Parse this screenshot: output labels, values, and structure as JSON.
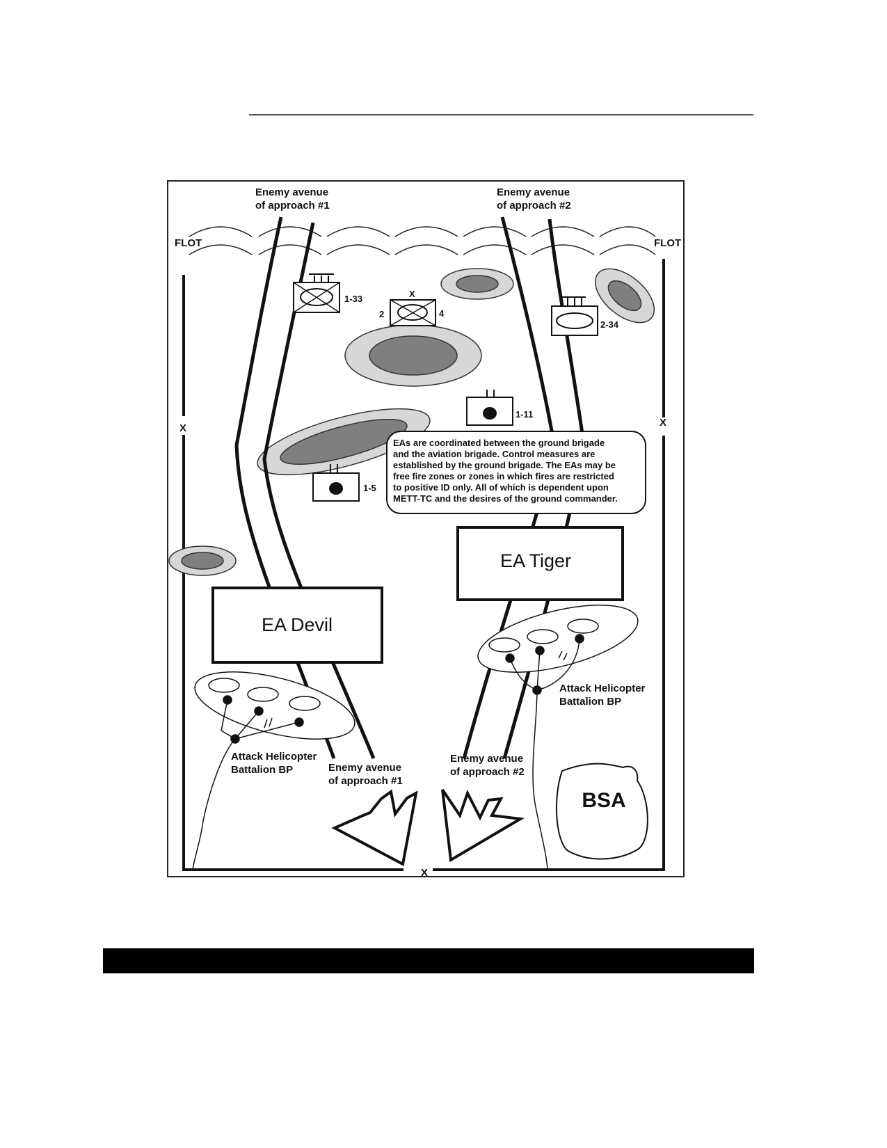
{
  "diagram": {
    "avenue1_top": [
      "Enemy avenue",
      "of approach #1"
    ],
    "avenue2_top": [
      "Enemy avenue",
      "of approach #2"
    ],
    "avenue1_bottom": [
      "Enemy avenue",
      "of approach #1"
    ],
    "avenue2_bottom": [
      "Enemy avenue",
      "of approach #2"
    ],
    "flot_left": "FLOT",
    "flot_right": "FLOT",
    "boundary_left": "X",
    "boundary_right": "X",
    "boundary_bottom": "X",
    "units": {
      "u1_33": "1-33",
      "u2_34": "2-34",
      "u1_11": "1-11",
      "u1_5": "1-5",
      "brigade_echelon": "X",
      "brigade_left": "2",
      "brigade_right": "4"
    },
    "note_lines": [
      "EAs are coordinated between the ground brigade",
      "and the aviation brigade. Control measures are",
      "established by the ground brigade. The EAs may be",
      "free fire zones or zones in which fires are restricted",
      "to positive ID only.  All of which is dependent upon",
      "METT-TC and the desires of the ground commander."
    ],
    "ea_devil": "EA Devil",
    "ea_tiger": "EA Tiger",
    "bp_left": [
      "Attack Helicopter",
      "Battalion BP"
    ],
    "bp_right": [
      "Attack Helicopter",
      "Battalion BP"
    ],
    "bsa": "BSA"
  }
}
